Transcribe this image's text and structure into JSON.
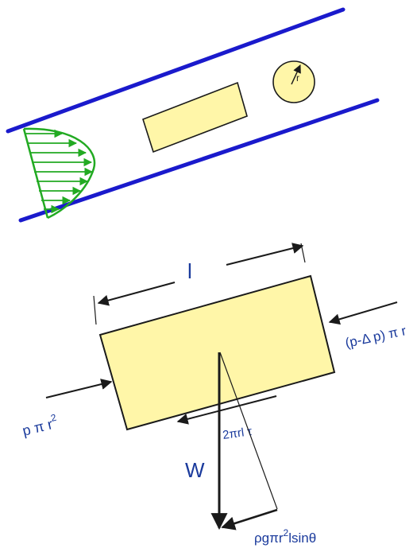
{
  "labels": {
    "radius_mark": "r",
    "length": "l",
    "pressure_right": "(p-Δ p) π r",
    "pressure_left_base": "p π r",
    "pressure_left_exp": "2",
    "shear": "2πrl τ",
    "weight": "W",
    "weight_component_a": "ρgπr",
    "weight_component_exp": "2",
    "weight_component_b": "lsinθ"
  },
  "colors": {
    "pipe_wall": "#1a1acc",
    "velocity_profile": "#22aa22",
    "element_fill": "#fff6a8",
    "element_stroke": "#1a1a1a",
    "label_blue": "#1a3a9c"
  },
  "icons": {
    "velocity_arrows": "arrow-right-icon",
    "force_arrows": "arrow-icon"
  }
}
